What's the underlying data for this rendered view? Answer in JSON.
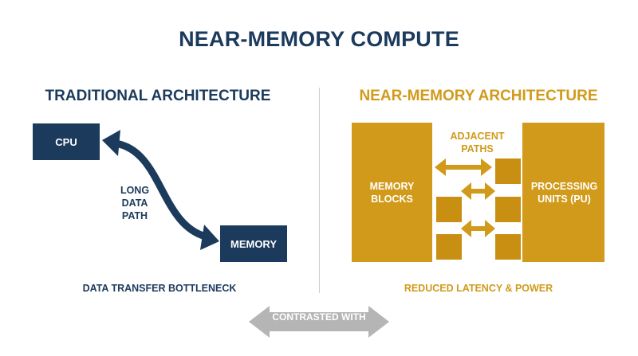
{
  "title": "NEAR-MEMORY COMPUTE",
  "traditional": {
    "heading": "TRADITIONAL ARCHITECTURE",
    "cpu_label": "CPU",
    "memory_label": "MEMORY",
    "path_label": "LONG\nDATA\nPATH",
    "caption": "DATA TRANSFER BOTTLENECK"
  },
  "near_memory": {
    "heading": "NEAR-MEMORY ARCHITECTURE",
    "memory_blocks_label": "MEMORY\nBLOCKS",
    "processing_units_label": "PROCESSING\nUNITS (PU)",
    "adjacent_label": "ADJACENT\nPATHS",
    "caption": "REDUCED LATENCY & POWER"
  },
  "contrast_label": "CONTRASTED WITH",
  "colors": {
    "navy": "#1b3a5c",
    "gold": "#d19a1a",
    "gray": "#b5b5b5"
  }
}
